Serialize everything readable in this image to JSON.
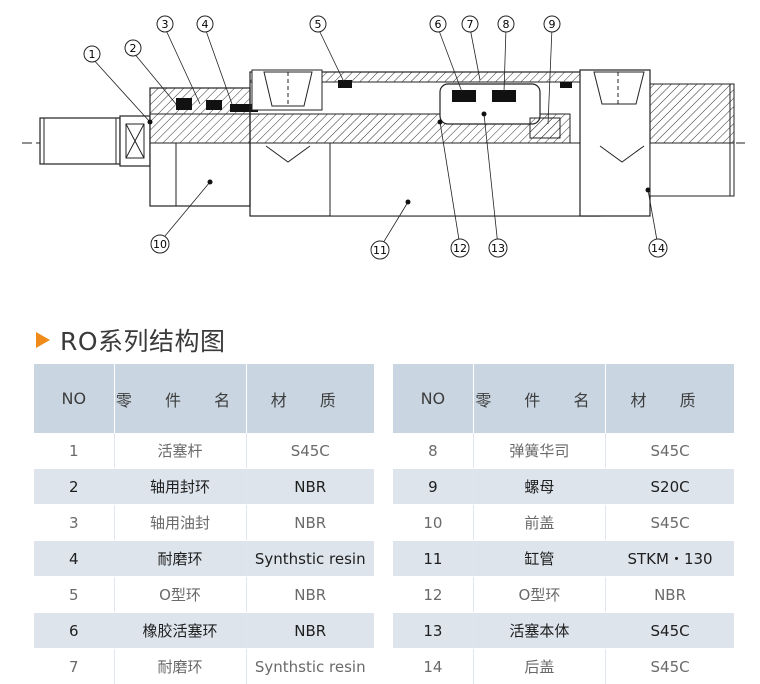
{
  "diagram": {
    "callouts": [
      "①",
      "②",
      "③",
      "④",
      "⑤",
      "⑥",
      "⑦",
      "⑧",
      "⑨",
      "⑩",
      "⑪",
      "⑫",
      "⑬",
      "⑭"
    ]
  },
  "section_title": "RO系列结构图",
  "table": {
    "headers": {
      "no": "NO",
      "part": "零 件 名",
      "material": "材 质"
    },
    "left_rows": [
      {
        "no": "1",
        "part": "活塞杆",
        "material": "S45C"
      },
      {
        "no": "2",
        "part": "轴用封环",
        "material": "NBR"
      },
      {
        "no": "3",
        "part": "轴用油封",
        "material": "NBR"
      },
      {
        "no": "4",
        "part": "耐磨环",
        "material": "Synthstic resin"
      },
      {
        "no": "5",
        "part": "O型环",
        "material": "NBR"
      },
      {
        "no": "6",
        "part": "橡胶活塞环",
        "material": "NBR"
      },
      {
        "no": "7",
        "part": "耐磨环",
        "material": "Synthstic resin"
      }
    ],
    "right_rows": [
      {
        "no": "8",
        "part": "弹簧华司",
        "material": "S45C"
      },
      {
        "no": "9",
        "part": "螺母",
        "material": "S20C"
      },
      {
        "no": "10",
        "part": "前盖",
        "material": "S45C"
      },
      {
        "no": "11",
        "part": "缸管",
        "material": "STKM・130"
      },
      {
        "no": "12",
        "part": "O型环",
        "material": "NBR"
      },
      {
        "no": "13",
        "part": "活塞本体",
        "material": "S45C"
      },
      {
        "no": "14",
        "part": "后盖",
        "material": "S45C"
      }
    ]
  }
}
